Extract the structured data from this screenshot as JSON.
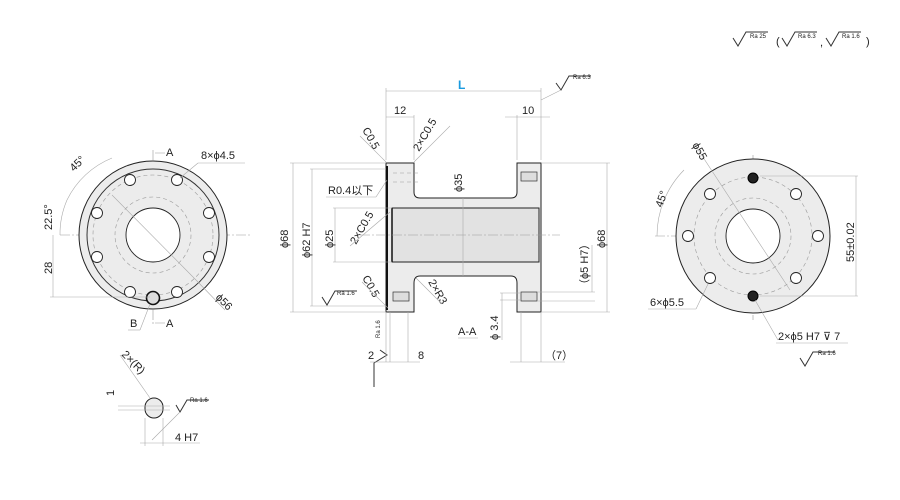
{
  "surface_legend": {
    "main": "Ra 25",
    "alt1": "Ra 6.3",
    "alt2": "Ra 1.6",
    "open_paren": "(",
    "comma": ",",
    "close_paren": ")"
  },
  "left_view": {
    "section_mark_top": "A",
    "section_mark_bottom": "A",
    "holes": "8×ϕ4.5",
    "angle_45": "45°",
    "angle_22": "22.5°",
    "dim_28": "28",
    "pcd": "ϕ56",
    "detail_ref": "B"
  },
  "detail_b": {
    "radius": "2×(R)",
    "dim_1": "1",
    "width": "4 H7",
    "roughness": "Ra 1.6"
  },
  "section": {
    "length": "L",
    "dim_12": "12",
    "dim_10": "10",
    "roughness_top": "Ra 6.3",
    "c05_top": "C0.5",
    "c05x2_top": "2×C0.5",
    "r04": "R0.4以下",
    "d35": "ϕ35",
    "c05x2_mid": "2×C0.5",
    "d68_left": "ϕ68",
    "d62": "ϕ62 H7",
    "d25": "ϕ25",
    "d68_right": "ϕ68",
    "d5h7": "（ϕ5 H7）",
    "c05_bottom": "C0.5",
    "r3": "2×R3",
    "roughness_left": "Ra 1.6",
    "roughness_face": "Ra 1.6",
    "d34": "ϕ 3.4",
    "section_label": "A-A",
    "dim_2": "2",
    "dim_8": "8",
    "dim_7": "（7）"
  },
  "right_view": {
    "pcd": "ϕ55",
    "angle_45": "45°",
    "dim_55": "55±0.02",
    "holes": "6×ϕ5.5",
    "dowel": "2×ϕ5 H7 ⊽ 7",
    "roughness": "Ra 1.6"
  }
}
